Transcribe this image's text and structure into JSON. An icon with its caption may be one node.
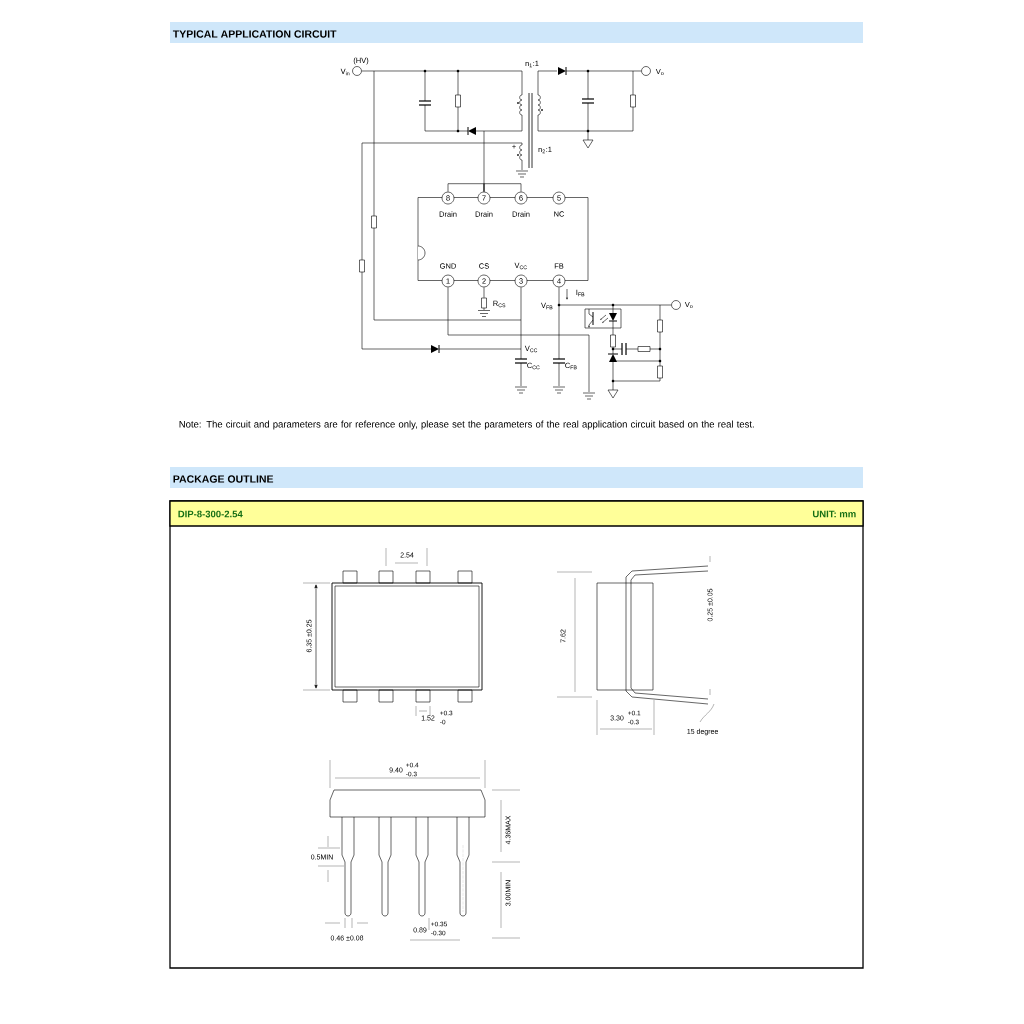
{
  "diagram": {
    "nodes": [
      {
        "text": [],
        "shape": "circle",
        "beside": [
          "V$_{in}$",
          "(HV)"
        ]
      },
      {
        "text": [],
        "shape": "circle",
        "beside": [
          "V$_{o}$"
        ]
      },
      {
        "text": [],
        "shape": "box"
      },
      {
        "text": [
          "8"
        ],
        "in": 2,
        "beside": [
          "Drain"
        ]
      },
      {
        "text": [
          "7"
        ],
        "in": 2,
        "beside": [
          "Drain"
        ]
      },
      {
        "text": [
          "6"
        ],
        "in": 2,
        "beside": [
          "Drain"
        ]
      },
      {
        "text": [
          "5"
        ],
        "in": 2,
        "beside": [
          "NC"
        ]
      },
      {
        "text": [
          "1"
        ],
        "in": 2,
        "beside": [
          "GND"
        ]
      },
      {
        "text": [
          "2"
        ],
        "in": 2,
        "beside": [
          "CS"
        ]
      },
      {
        "text": [
          "3"
        ],
        "in": 2,
        "beside": [
          "V$_{CC}$"
        ]
      },
      {
        "text": [
          "4"
        ],
        "in": 2,
        "beside": [
          "FB"
        ]
      },
      {
        "text": [],
        "shape": "circle",
        "beside": [
          "V$_{o}$"
        ]
      },
      {
        "text": [],
        "shape": "box",
        "beside": [
          "R$_{CS}$"
        ]
      }
    ],
    "edges": [
      {
        "from": 3,
        "to": 4,
        "arrow": "none"
      },
      {
        "from": 5,
        "to": 4,
        "arrow": "none"
      },
      {
        "from": 0,
        "to": null,
        "arrow": "none"
      },
      {
        "from": 1,
        "to": null,
        "arrow": "none"
      },
      {
        "from": 4,
        "to": null,
        "arrow": "none"
      },
      {
        "from": 7,
        "to": null,
        "arrow": "none"
      },
      {
        "from": 8,
        "to": 12,
        "arrow": "none"
      },
      {
        "from": 9,
        "to": null,
        "arrow": "none"
      },
      {
        "from": 10,
        "to": null,
        "arrow": "none"
      },
      {
        "from": 11,
        "to": null,
        "arrow": "none"
      }
    ],
    "labels": [
      "TYPICAL APPLICATION CIRCUIT",
      "n$_{1}$:1",
      "+",
      "n$_{2}$:1",
      "I$_{FB}$",
      "V$_{FB}$",
      "V$_{CC}$",
      "C$_{CC}$",
      "C$_{FB}$",
      "Note: The circuit and parameters are for reference only, please set the parameters of the real application circuit based on the real test.",
      "PACKAGE OUTLINE",
      "DIP-8-300-2.54",
      "UNIT: mm",
      "2.54",
      "6.35 ±0.25",
      "1.52",
      "+0.3",
      "-0",
      "7.62",
      "0.25 ±0.05",
      "3.30",
      "+0.1",
      "-0.3",
      "15 degree",
      "9.40",
      "+0.4",
      "-0.3",
      "4.36MAX",
      "0.5MIN",
      "3.00MIN",
      "0.46 ±0.08",
      "0.89",
      "+0.35",
      "-0.30"
    ]
  }
}
